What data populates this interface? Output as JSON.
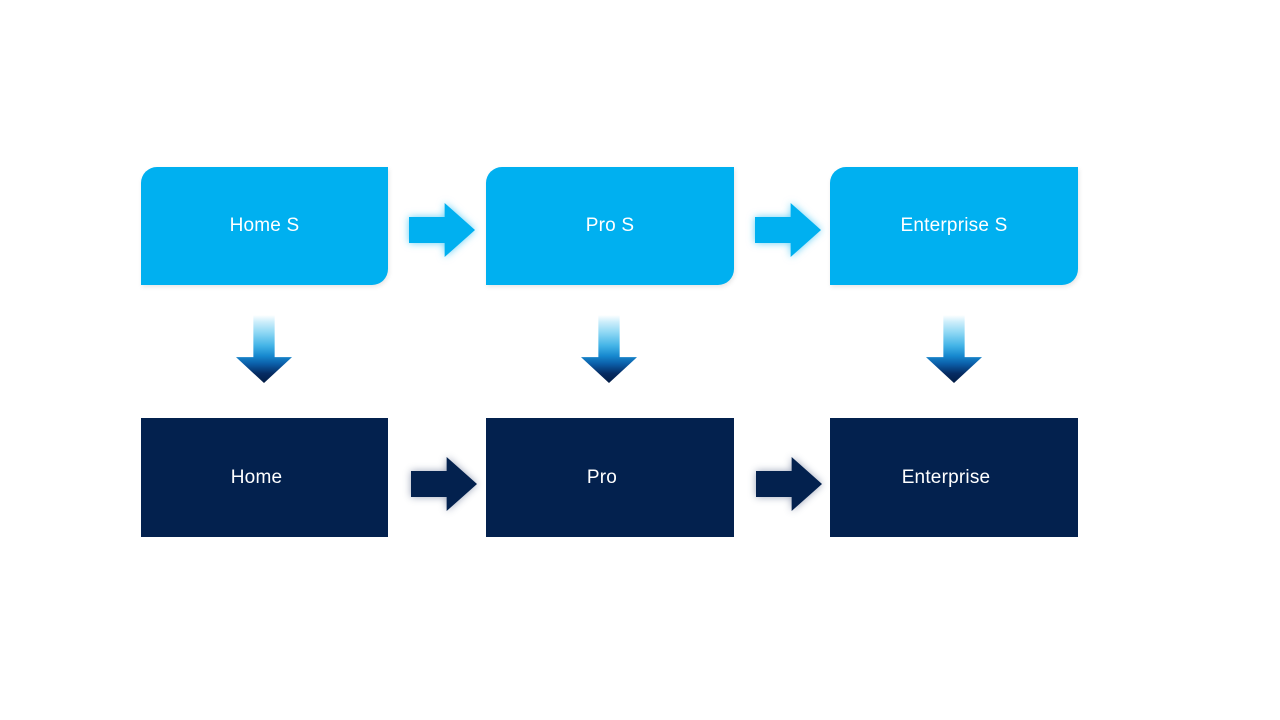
{
  "slide": {
    "background": "#FFFFFF",
    "type": "upgrade-path-flow-diagram"
  },
  "colors": {
    "primary_blue": "#00B0F0",
    "dark_navy": "#03214E",
    "label_text": "#FFFFFF",
    "blue_arrow_glow": "#7FD9F7",
    "navy_arrow_glow": "#C5CBDE"
  },
  "icons": {
    "right_arrow": "right-arrow",
    "down_arrow": "down-arrow-gradient"
  },
  "diagram": {
    "columns": [
      {
        "top": "Home S",
        "bottom": "Home"
      },
      {
        "top": "Pro S",
        "bottom": "Pro"
      },
      {
        "top": "Enterprise S",
        "bottom": "Enterprise"
      }
    ]
  }
}
